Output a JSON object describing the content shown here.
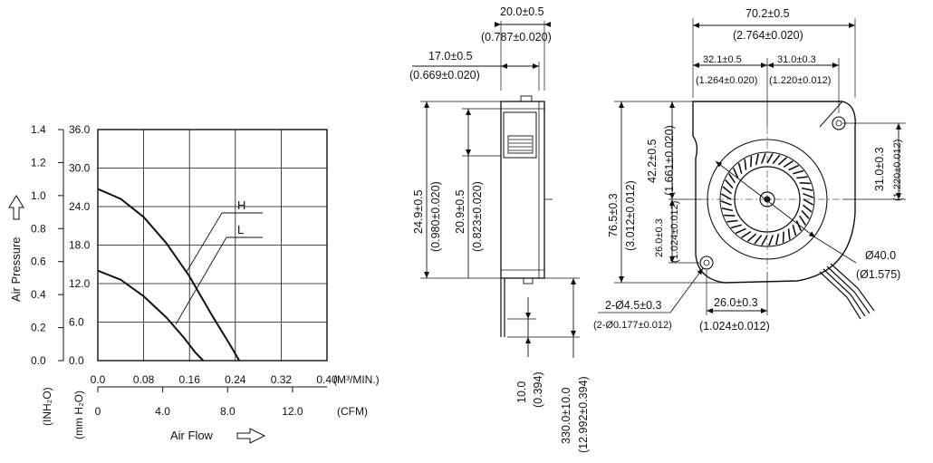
{
  "curve_chart": {
    "y_axis_label": "Air Pressure",
    "y_unit_inh2o": "(INH₂O)",
    "y_unit_mmh2o": "(mm H₂O)",
    "y_ticks_inh2o": [
      "0.0",
      "0.2",
      "0.4",
      "0.6",
      "0.8",
      "1.0",
      "1.2",
      "1.4"
    ],
    "y_ticks_mmh2o": [
      "0.0",
      "6.0",
      "12.0",
      "18.0",
      "24.0",
      "30.0",
      "36.0"
    ],
    "x_axis_label": "Air Flow",
    "x_unit_m3": "(M³/MIN.)",
    "x_unit_cfm": "(CFM)",
    "x_ticks_m3": [
      "0.0",
      "0.08",
      "0.16",
      "0.24",
      "0.32",
      "0.40"
    ],
    "x_ticks_cfm": [
      "0",
      "4.0",
      "8.0",
      "12.0"
    ],
    "curve_labels": [
      "H",
      "L"
    ]
  },
  "chart_data": {
    "type": "line",
    "x_label": "Air Flow",
    "y_label": "Air Pressure",
    "xlim": [
      0,
      0.4
    ],
    "ylim": [
      0,
      1.4
    ],
    "grid": true,
    "series": [
      {
        "name": "H",
        "x": [
          0,
          0.04,
          0.08,
          0.12,
          0.16,
          0.2,
          0.23,
          0.247
        ],
        "y": [
          1.04,
          0.98,
          0.87,
          0.71,
          0.51,
          0.27,
          0.1,
          0.0
        ]
      },
      {
        "name": "L",
        "x": [
          0,
          0.04,
          0.08,
          0.12,
          0.15,
          0.17,
          0.184
        ],
        "y": [
          0.545,
          0.49,
          0.39,
          0.26,
          0.14,
          0.05,
          0.0
        ]
      }
    ]
  },
  "side_view": {
    "width_total": "20.0±0.5",
    "width_total_in": "(0.787±0.020)",
    "width_body": "17.0±0.5",
    "width_body_in": "(0.669±0.020)",
    "height_a": "24.9±0.5",
    "height_a_in": "(0.980±0.020)",
    "height_b": "20.9±0.5",
    "height_b_in": "(0.823±0.020)",
    "lead_short": "10.0",
    "lead_short_in": "(0.394)",
    "lead_long": "330.0±10.0",
    "lead_long_in": "(12.992±0.394)"
  },
  "front_view": {
    "width_total": "70.2±0.5",
    "width_total_in": "(2.764±0.020)",
    "width_left": "32.1±0.5",
    "width_left_in": "(1.264±0.020)",
    "width_right": "31.0±0.3",
    "width_right_in": "(1.220±0.012)",
    "height_total": "76.5±0.3",
    "height_total_in": "(3.012±0.012)",
    "height_center": "42.2±0.5",
    "height_center_in": "(1.661±0.020)",
    "height_hole": "26.0±0.3",
    "height_hole_in": "(1.024±0.012)",
    "right_offset": "31.0±0.3",
    "right_offset_in": "(1.220±0.012)",
    "hole_spacing": "26.0±0.3",
    "hole_spacing_in": "(1.024±0.012)",
    "mount_holes": "2-Ø4.5±0.3",
    "mount_holes_in": "(2-Ø0.177±0.012)",
    "hub_diameter": "Ø40.0",
    "hub_diameter_in": "(Ø1.575)"
  }
}
